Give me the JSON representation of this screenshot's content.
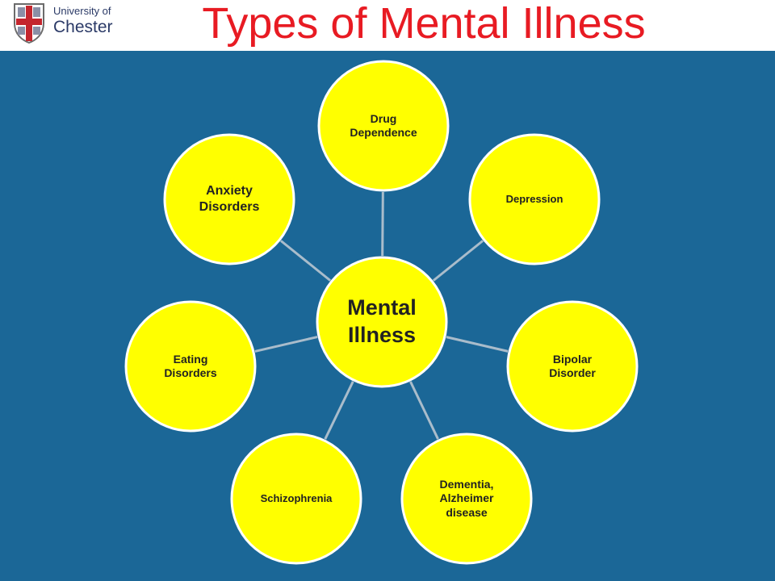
{
  "header": {
    "title": "Types of Mental Illness",
    "logo": {
      "line1": "University of",
      "line2": "Chester"
    }
  },
  "colors": {
    "background": "#1b6797",
    "node_fill": "#ffff00",
    "node_border": "#ffffff",
    "connector": "#a9bccb",
    "title": "#e81b23"
  },
  "diagram": {
    "center": {
      "label": "Mental Illness"
    },
    "nodes": [
      {
        "id": "drug-dependence",
        "label": "Drug Dependence"
      },
      {
        "id": "depression",
        "label": "Depression"
      },
      {
        "id": "bipolar-disorder",
        "label": "Bipolar Disorder"
      },
      {
        "id": "dementia",
        "label": "Dementia, Alzheimer disease"
      },
      {
        "id": "schizophrenia",
        "label": "Schizophrenia"
      },
      {
        "id": "eating-disorders",
        "label": "Eating Disorders"
      },
      {
        "id": "anxiety-disorders",
        "label": "Anxiety Disorders"
      }
    ]
  }
}
